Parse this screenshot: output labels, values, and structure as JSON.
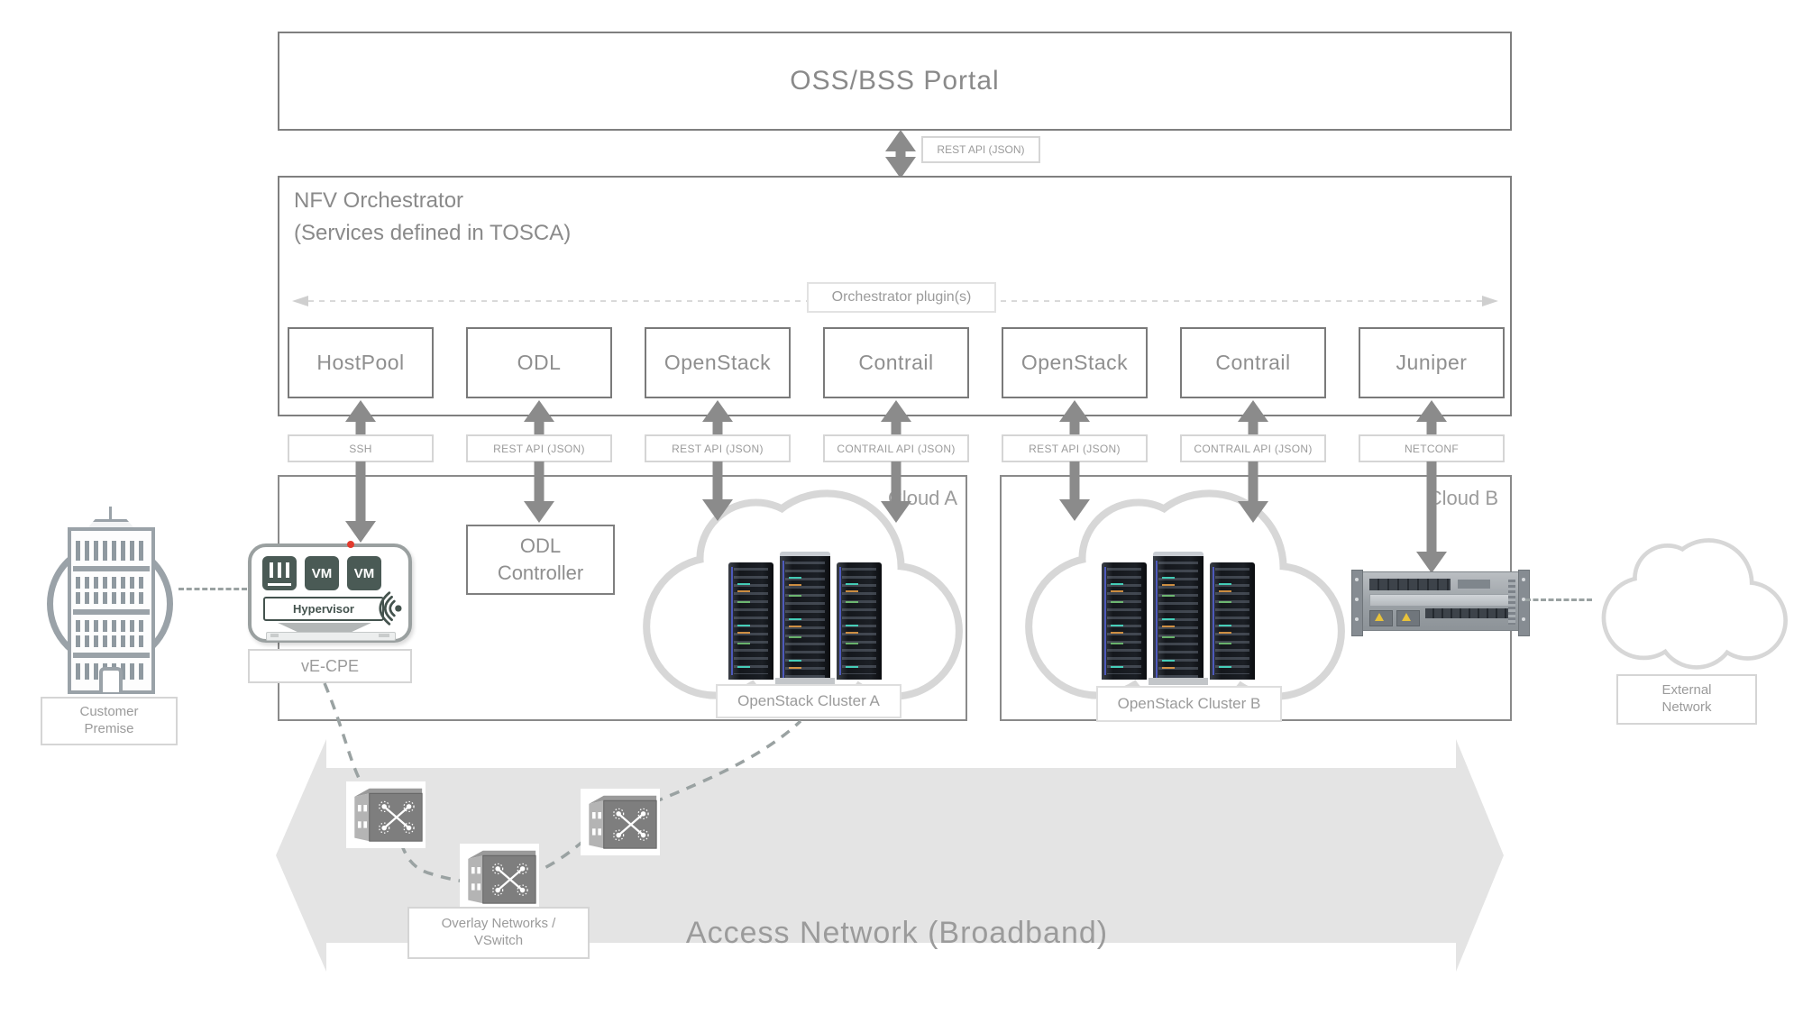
{
  "top": {
    "oss_portal": "OSS/BSS Portal",
    "rest_api_label": "REST API (JSON)"
  },
  "nfv": {
    "title_line1": "NFV Orchestrator",
    "title_line2": "(Services defined in TOSCA)",
    "plugins_caption": "Orchestrator plugin(s)"
  },
  "plugins": [
    {
      "name": "HostPool",
      "api": "SSH"
    },
    {
      "name": "ODL",
      "api": "REST API (JSON)"
    },
    {
      "name": "OpenStack",
      "api": "REST API (JSON)"
    },
    {
      "name": "Contrail",
      "api": "CONTRAIL API (JSON)"
    },
    {
      "name": "OpenStack",
      "api": "REST API (JSON)"
    },
    {
      "name": "Contrail",
      "api": "CONTRAIL API (JSON)"
    },
    {
      "name": "Juniper",
      "api": "NETCONF"
    }
  ],
  "cloud_a": {
    "label": "Cloud A",
    "odl_controller_line1": "ODL",
    "odl_controller_line2": "Controller",
    "cluster_label": "OpenStack Cluster A"
  },
  "cloud_b": {
    "label": "Cloud B",
    "cluster_label": "OpenStack Cluster B"
  },
  "ve_cpe": {
    "label": "vE-CPE",
    "hypervisor_label": "Hypervisor",
    "vm1": "VM",
    "vm2": "VM"
  },
  "customer_premise": {
    "line1": "Customer",
    "line2": "Premise"
  },
  "external_network": {
    "line1": "External",
    "line2": "Network"
  },
  "access_network_label": "Access Network (Broadband)",
  "overlay_networks": {
    "line1": "Overlay Networks /",
    "line2": "VSwitch"
  },
  "colors": {
    "box_border": "#7f7f7f",
    "text_gray": "#8a8a8a",
    "tag_text": "#9b9b9b",
    "arrow_gray": "#8b8b8b",
    "dashed_light": "#d9d9d9",
    "big_arrow_fill": "#e4e4e4",
    "cloud_outline": "#d7d7d7",
    "dark_slate": "#4a5a55",
    "accent_red": "#e23b2e"
  }
}
